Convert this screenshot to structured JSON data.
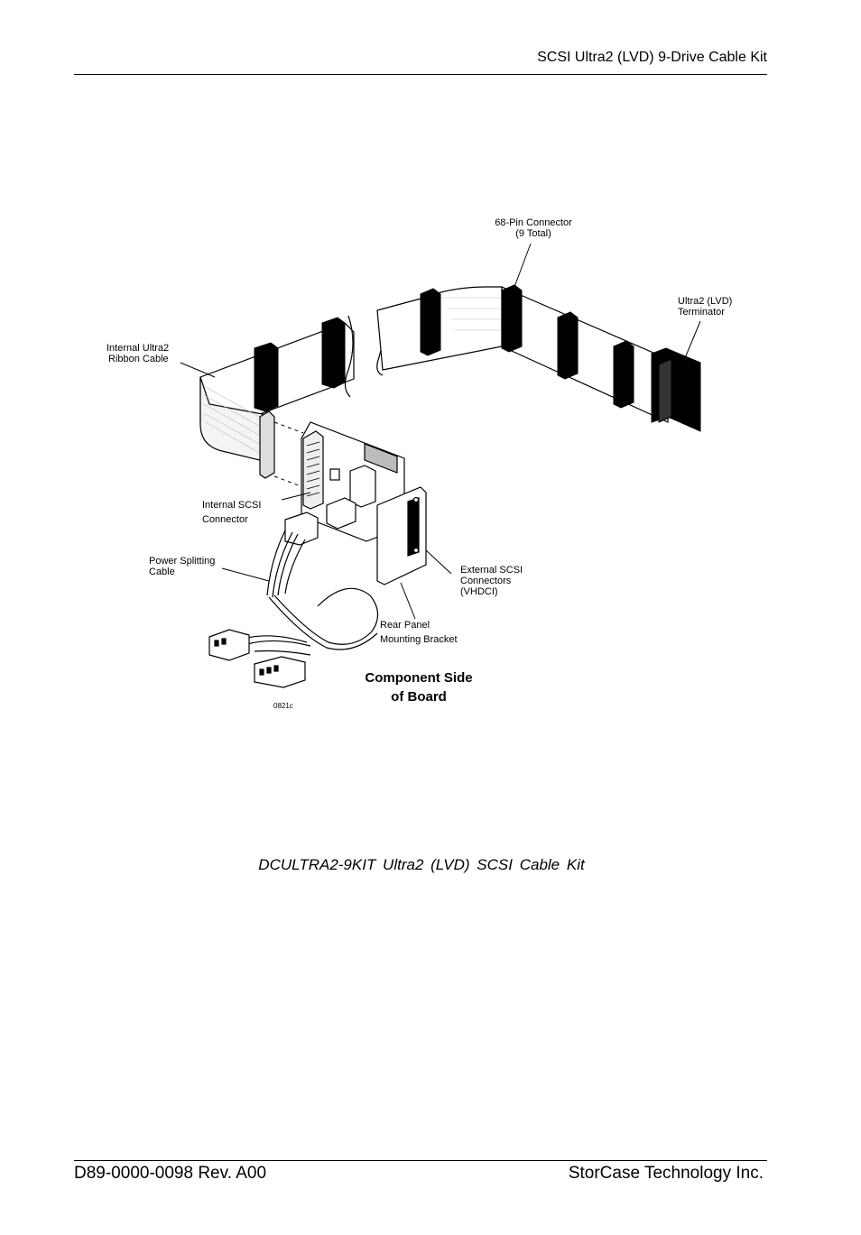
{
  "header": {
    "title": "SCSI Ultra2 (LVD) 9-Drive Cable Kit"
  },
  "figure": {
    "labels": {
      "connector_68pin_line1": "68-Pin Connector",
      "connector_68pin_line2": "(9 Total)",
      "terminator_line1": "Ultra2 (LVD)",
      "terminator_line2": "Terminator",
      "ribbon_line1": "Internal Ultra2",
      "ribbon_line2": "Ribbon Cable",
      "internal_scsi_line1": "Internal SCSI",
      "internal_scsi_line2": "Connector",
      "power_line1": "Power Splitting",
      "power_line2": "Cable",
      "external_line1": "External SCSI",
      "external_line2": "Connectors",
      "external_line3": "(VHDCI)",
      "bracket_line1": "Rear Panel",
      "bracket_line2": "Mounting Bracket",
      "component_line1": "Component Side",
      "component_line2": "of Board",
      "figure_code": "0821c"
    },
    "caption": "DCULTRA2-9KIT  Ultra2 (LVD) SCSI Cable Kit"
  },
  "footer": {
    "doc_number": "D89-0000-0098 Rev. A00",
    "company": "StorCase Technology Inc."
  }
}
